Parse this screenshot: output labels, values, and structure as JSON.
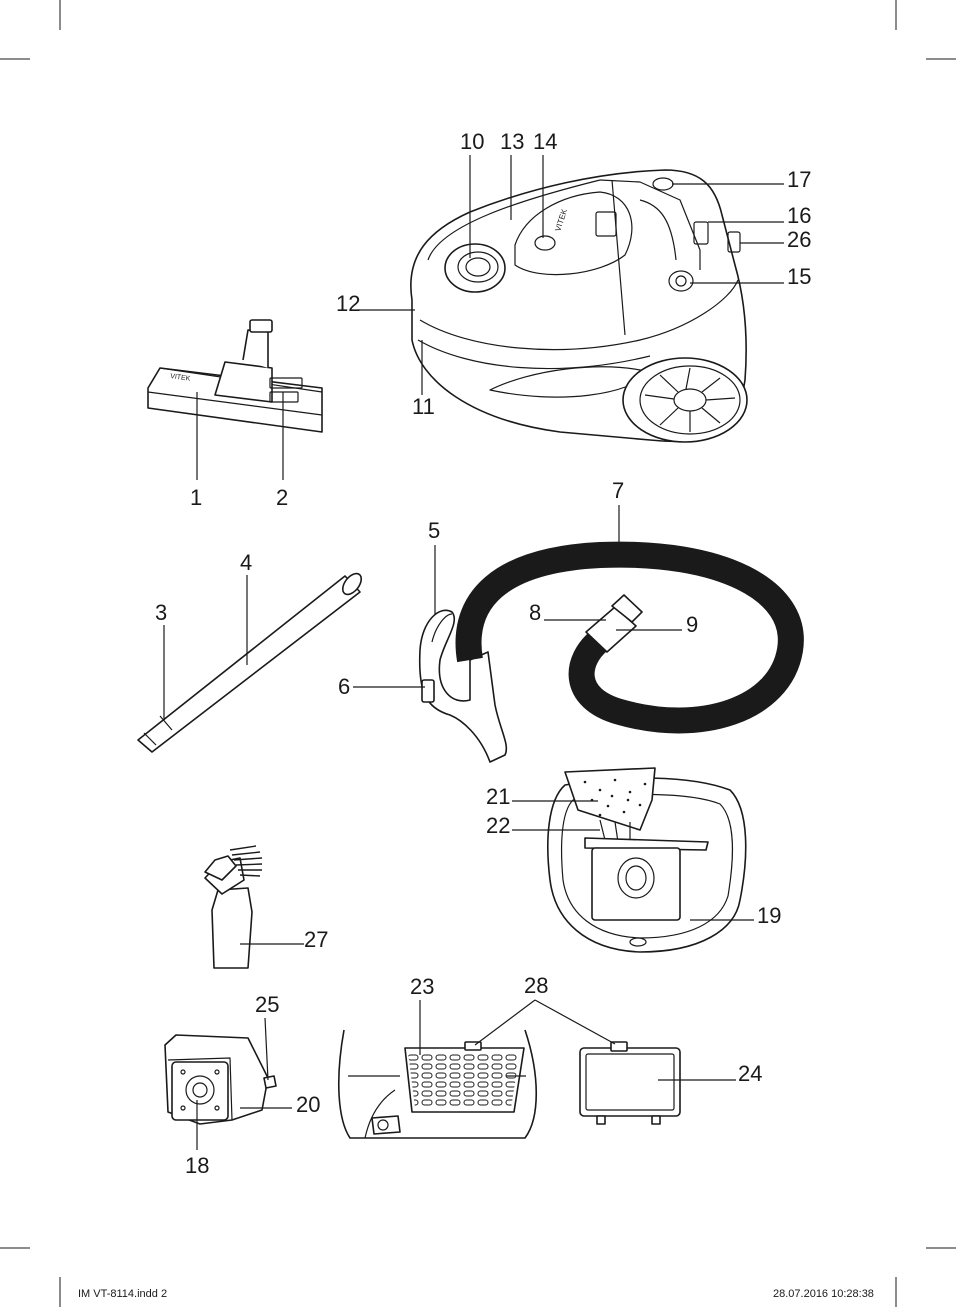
{
  "labels": {
    "l1": "1",
    "l2": "2",
    "l3": "3",
    "l4": "4",
    "l5": "5",
    "l6": "6",
    "l7": "7",
    "l8": "8",
    "l9": "9",
    "l10": "10",
    "l11": "11",
    "l12": "12",
    "l13": "13",
    "l14": "14",
    "l15": "15",
    "l16": "16",
    "l17": "17",
    "l18": "18",
    "l19": "19",
    "l20": "20",
    "l21": "21",
    "l22": "22",
    "l23": "23",
    "l24": "24",
    "l25": "25",
    "l26": "26",
    "l27": "27",
    "l28": "28"
  },
  "brand": "VITEK",
  "footer": {
    "file": "IM VT-8114.indd   2",
    "datetime": "28.07.2016   10:28:38"
  }
}
